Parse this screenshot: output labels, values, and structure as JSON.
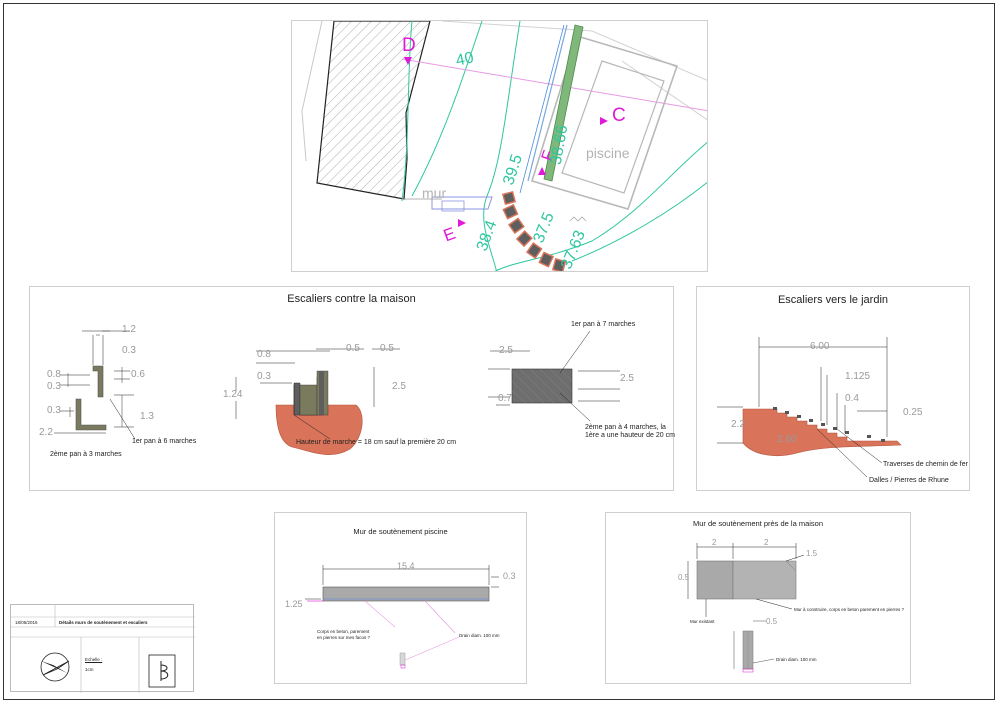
{
  "map": {
    "labels": {
      "d": "D",
      "c": "C",
      "e": "E",
      "f": "F",
      "piscine": "piscine",
      "mur": "mur"
    },
    "contours": {
      "c40": "40",
      "c3866": "38.66",
      "c395": "39.5",
      "c384": "38.4",
      "c375": "37.5",
      "c3763": "37.63"
    }
  },
  "panel_contre": {
    "title": "Escaliers contre la maison",
    "notes": {
      "n1": "1er pan à 6 marches",
      "n2": "2ème pan à 3 marches",
      "n3": "Hauteur de marche = 18 cm sauf la première 20 cm",
      "n4": "1er pan à 7 marches",
      "n5a": "2ème pan à 4 marches, la",
      "n5b": "1ère a une hauteur de 20 cm"
    },
    "dims": {
      "d12": "1.2",
      "d03a": "0.3",
      "d06": "0.6",
      "d08a": "0.8",
      "d03b": "0.3",
      "d13": "1.3",
      "d03c": "0.3",
      "d22": "2.2",
      "d08b": "0.8",
      "d05a": "0.5",
      "d05b": "0.5",
      "d03d": "0.3",
      "d25a": "2.5",
      "d124": "1.24",
      "d25b": "2.5",
      "d25c": "2.5",
      "d07": "0.7"
    }
  },
  "panel_jardin": {
    "title": "Escaliers  vers le jardin",
    "notes": {
      "n1": "Traverses de chemin de fer",
      "n2": "Dalles / Pierres de Rhune"
    },
    "dims": {
      "d600": "6.00",
      "d125": "1.125",
      "d04": "0.4",
      "d025": "0.25",
      "d22": "2.2",
      "d260": "2.60"
    }
  },
  "panel_piscine": {
    "title": "Mur de soutènement  piscine",
    "notes": {
      "n1a": "Corps en beton, parement",
      "n1b": "en pierres sur mes facos ?",
      "n2": "Drain diam. 100 mm"
    },
    "dims": {
      "d154": "15.4",
      "d03": "0.3",
      "d125": "1.25"
    }
  },
  "panel_maison": {
    "title": "Mur de soutènement  près de la maison",
    "notes": {
      "n1": "Mur existant",
      "n2": "Mur à construire, corps en beton parement en pierres ?",
      "n3": "Drain diam. 100 mm"
    },
    "dims": {
      "d05a": "0.5",
      "d05b": "0.5",
      "d2": "2",
      "d2b": "2",
      "d15": "1.5"
    }
  },
  "title_block": {
    "date": "18/05/2016",
    "title": "Détails murs de soutènement et escaliers",
    "scale_label": "Echelle :",
    "scale_value": "1cm"
  },
  "colors": {
    "terrain": "#d9735a",
    "step": "#7a7a5e",
    "contour": "#2ec6a0",
    "marker": "#e01ad8",
    "wall": "#a9a9a9"
  }
}
